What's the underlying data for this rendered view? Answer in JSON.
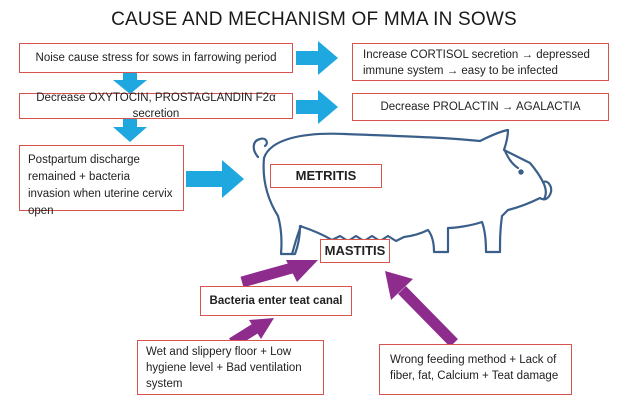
{
  "title": "CAUSE AND MECHANISM OF MMA IN SOWS",
  "boxes": {
    "noise_stress": "Noise cause stress for sows in farrowing period",
    "cortisol": "Increase CORTISOL secretion →  depressed immune system → easy to be infected",
    "oxytocin": "Decrease OXYTOCIN, PROSTAGLANDIN F2α secretion",
    "prolactin": "Decrease PROLACTIN → AGALACTIA",
    "discharge": "Postpartum discharge remained + bacteria invasion when uterine cervix open",
    "metritis": "METRITIS",
    "mastitis": "MASTITIS",
    "bacteria_teat": "Bacteria enter teat canal",
    "floor": "Wet and slippery floor + Low hygiene level + Bad ventilation system",
    "feeding": "Wrong feeding method + Lack of fiber, fat, Calcium + Teat damage"
  },
  "colors": {
    "box_border": "#d9534f",
    "blue_arrow": "#1fa7e0",
    "purple_arrow": "#8e2c8e",
    "pig_outline": "#3a5f8a"
  },
  "icons": [
    "pig-outline-icon"
  ]
}
